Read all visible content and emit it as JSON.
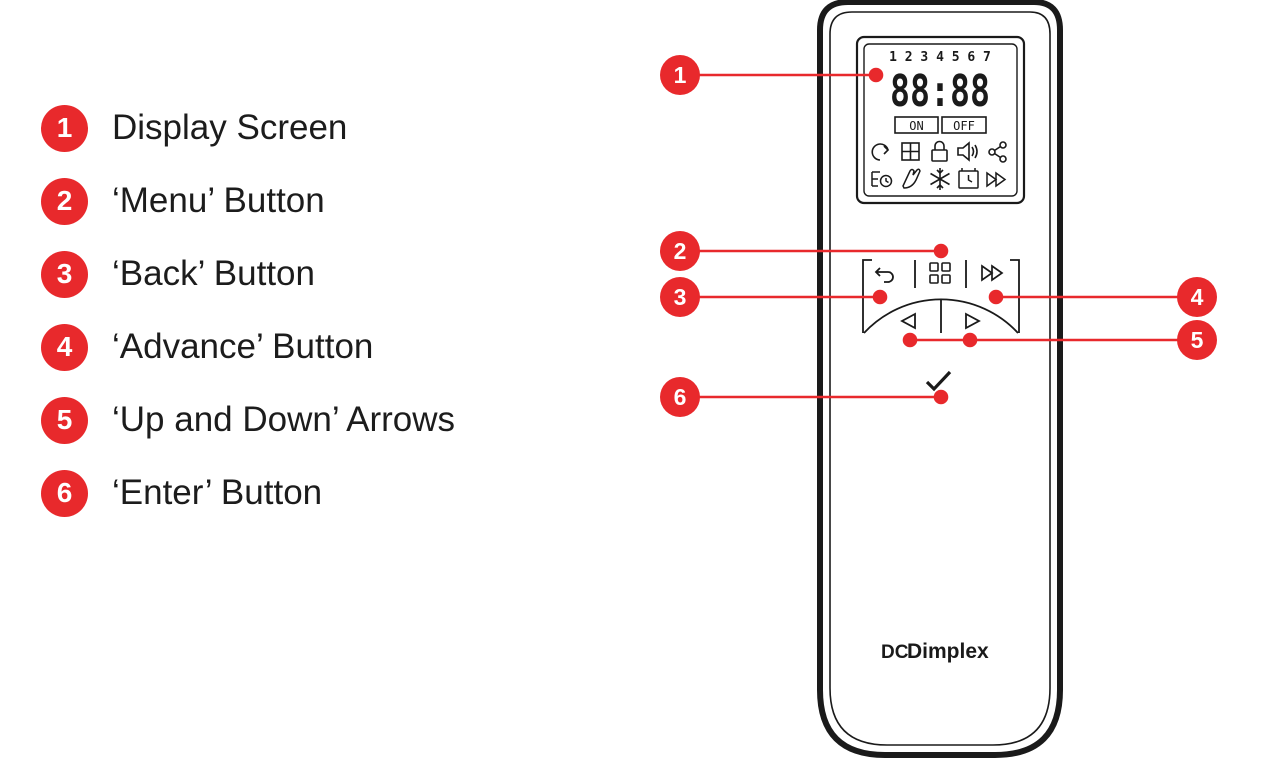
{
  "legend": [
    {
      "num": "1",
      "label": "Display Screen"
    },
    {
      "num": "2",
      "label": "‘Menu’ Button"
    },
    {
      "num": "3",
      "label": "‘Back’ Button"
    },
    {
      "num": "4",
      "label": "‘Advance’ Button"
    },
    {
      "num": "5",
      "label": "‘Up and Down’ Arrows"
    },
    {
      "num": "6",
      "label": "‘Enter’ Button"
    }
  ],
  "display": {
    "days": "1 2 3 4 5 6 7",
    "time": "88:88",
    "on_label": "ON",
    "off_label": "OFF"
  },
  "brand": {
    "logo_text": "Dimplex",
    "logo_mark": "DC"
  },
  "callouts": {
    "c1": "1",
    "c2": "2",
    "c3": "3",
    "c4": "4",
    "c5": "5",
    "c6": "6"
  },
  "icons": [
    "refresh-icon",
    "window-icon",
    "lock-icon",
    "speaker-icon",
    "share-icon",
    "schedule-icon",
    "hand-icon",
    "snowflake-icon",
    "timer-icon",
    "fast-forward-icon",
    "back-arrow-icon",
    "menu-grid-icon",
    "advance-icon",
    "left-arrow-icon",
    "right-arrow-icon",
    "checkmark-icon"
  ],
  "colors": {
    "accent": "#e8292c",
    "ink": "#1a1a1a"
  }
}
